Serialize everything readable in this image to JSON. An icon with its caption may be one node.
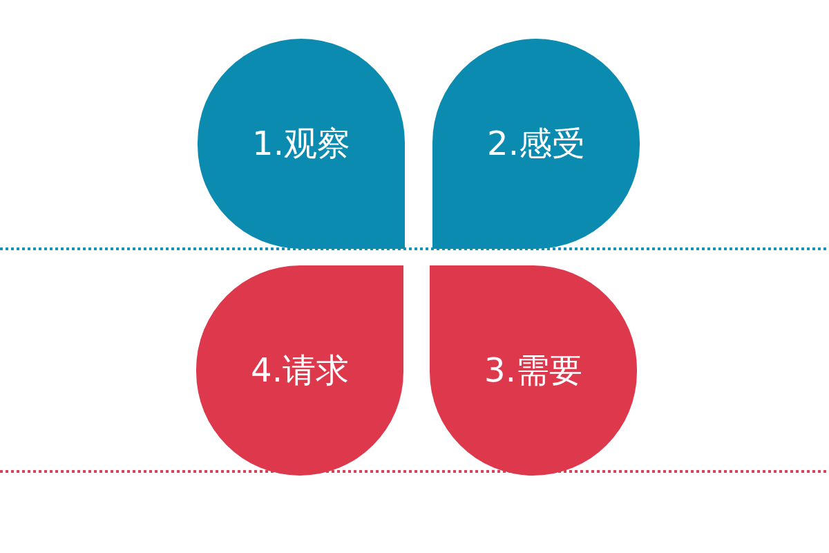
{
  "diagram": {
    "nodes": [
      {
        "text": [
          "1.观察"
        ]
      },
      {
        "text": [
          "2.感受"
        ]
      },
      {
        "text": [
          "4.请求"
        ]
      },
      {
        "text": [
          "3.需要"
        ]
      }
    ]
  }
}
